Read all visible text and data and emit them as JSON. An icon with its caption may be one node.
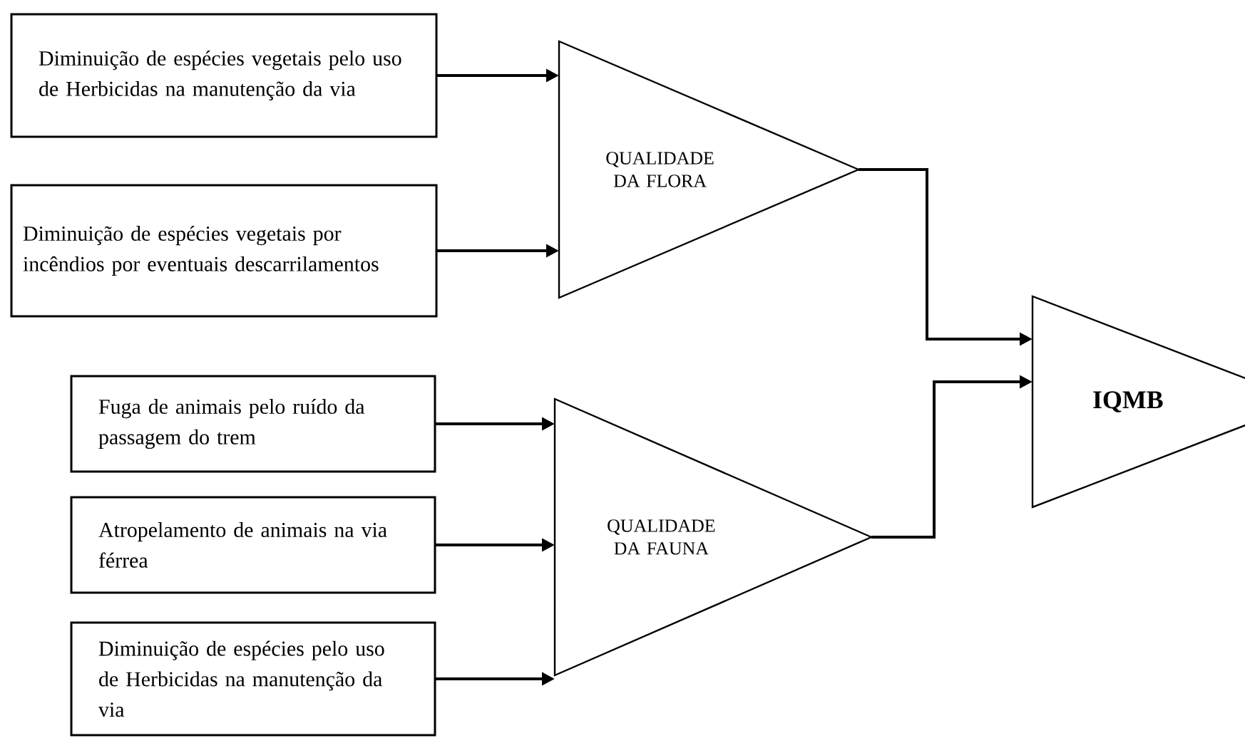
{
  "diagram": {
    "nodes": [
      {
        "text": [
          "Diminuição de espécies vegetais pelo uso de Herbicidas na manutenção da via"
        ]
      },
      {
        "text": [
          "Diminuição de espécies vegetais por incêndios por eventuais descarrilamentos"
        ]
      },
      {
        "text": [
          "QUALIDADE DA FLORA"
        ]
      },
      {
        "text": [
          "Fuga de animais pelo ruído da passagem do trem"
        ]
      },
      {
        "text": [
          "Atropelamento de animais na via férrea"
        ]
      },
      {
        "text": [
          "Diminuição de espécies pelo uso de Herbicidas na manutenção da via"
        ]
      },
      {
        "text": [
          "QUALIDADE DA FAUNA"
        ]
      },
      {
        "text": [
          "IQMB"
        ]
      }
    ],
    "edges": [
      {
        "from": 0,
        "to": 2,
        "arrow": "to"
      },
      {
        "from": 1,
        "to": 2,
        "arrow": "to"
      },
      {
        "from": 3,
        "to": 6,
        "arrow": "to"
      },
      {
        "from": 4,
        "to": 6,
        "arrow": "to"
      },
      {
        "from": 5,
        "to": 6,
        "arrow": "to"
      },
      {
        "from": 2,
        "to": 7,
        "arrow": "to"
      },
      {
        "from": 6,
        "to": 7,
        "arrow": "to"
      }
    ]
  }
}
